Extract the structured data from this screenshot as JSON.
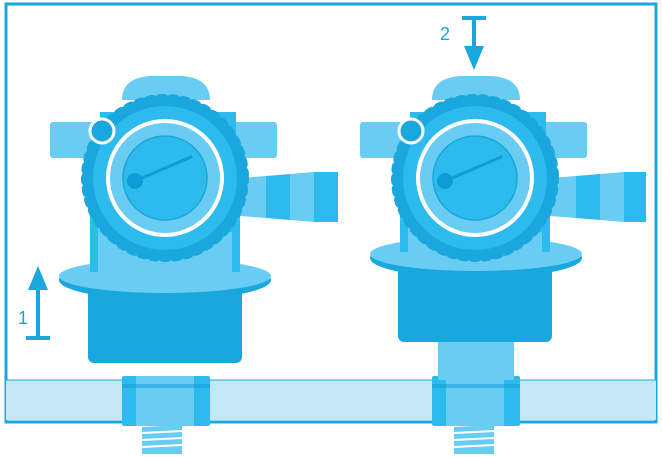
{
  "colors": {
    "frame": "#1aa7dd",
    "shelf": "#c4e6f7",
    "light": "#69cdf3",
    "mid": "#2dbbed",
    "dark": "#0f9bd7",
    "white": "#ffffff"
  },
  "steps": [
    {
      "number": "1",
      "direction": "up"
    },
    {
      "number": "2",
      "direction": "down"
    }
  ],
  "units": [
    {
      "state": "raised"
    },
    {
      "state": "lowered"
    }
  ]
}
